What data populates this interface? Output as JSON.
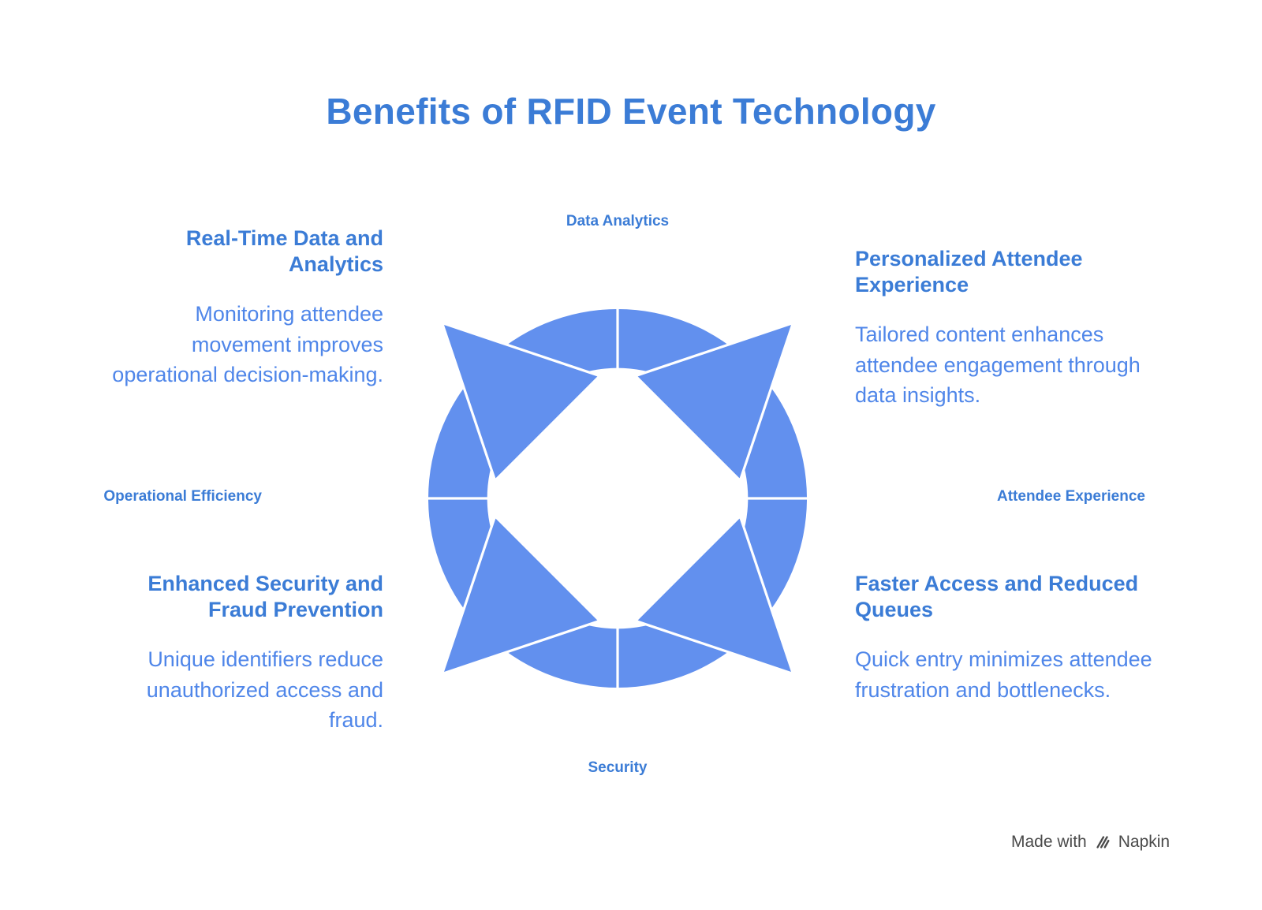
{
  "title": "Benefits of RFID Event Technology",
  "diagram": {
    "labels": {
      "top": "Data Analytics",
      "right": "Attendee Experience",
      "bottom": "Security",
      "left": "Operational Efficiency"
    }
  },
  "sections": [
    {
      "position": "top-left",
      "heading": "Real-Time Data and Analytics",
      "body": "Monitoring attendee movement improves operational decision-making."
    },
    {
      "position": "top-right",
      "heading": "Personalized Attendee Experience",
      "body": "Tailored content enhances attendee engagement through data insights."
    },
    {
      "position": "bottom-left",
      "heading": "Enhanced Security and Fraud Prevention",
      "body": "Unique identifiers reduce unauthorized access and fraud."
    },
    {
      "position": "bottom-right",
      "heading": "Faster Access and Reduced Queues",
      "body": "Quick entry minimizes attendee frustration and bottlenecks."
    }
  ],
  "watermark": {
    "made_with": "Made with",
    "brand": "Napkin"
  },
  "colors": {
    "title": "#3b7cd6",
    "heading": "#3b7cd6",
    "body": "#4f86e9",
    "label": "#3b7cd6",
    "ring": "#6290ee",
    "watermark": "#4a4a4a"
  }
}
